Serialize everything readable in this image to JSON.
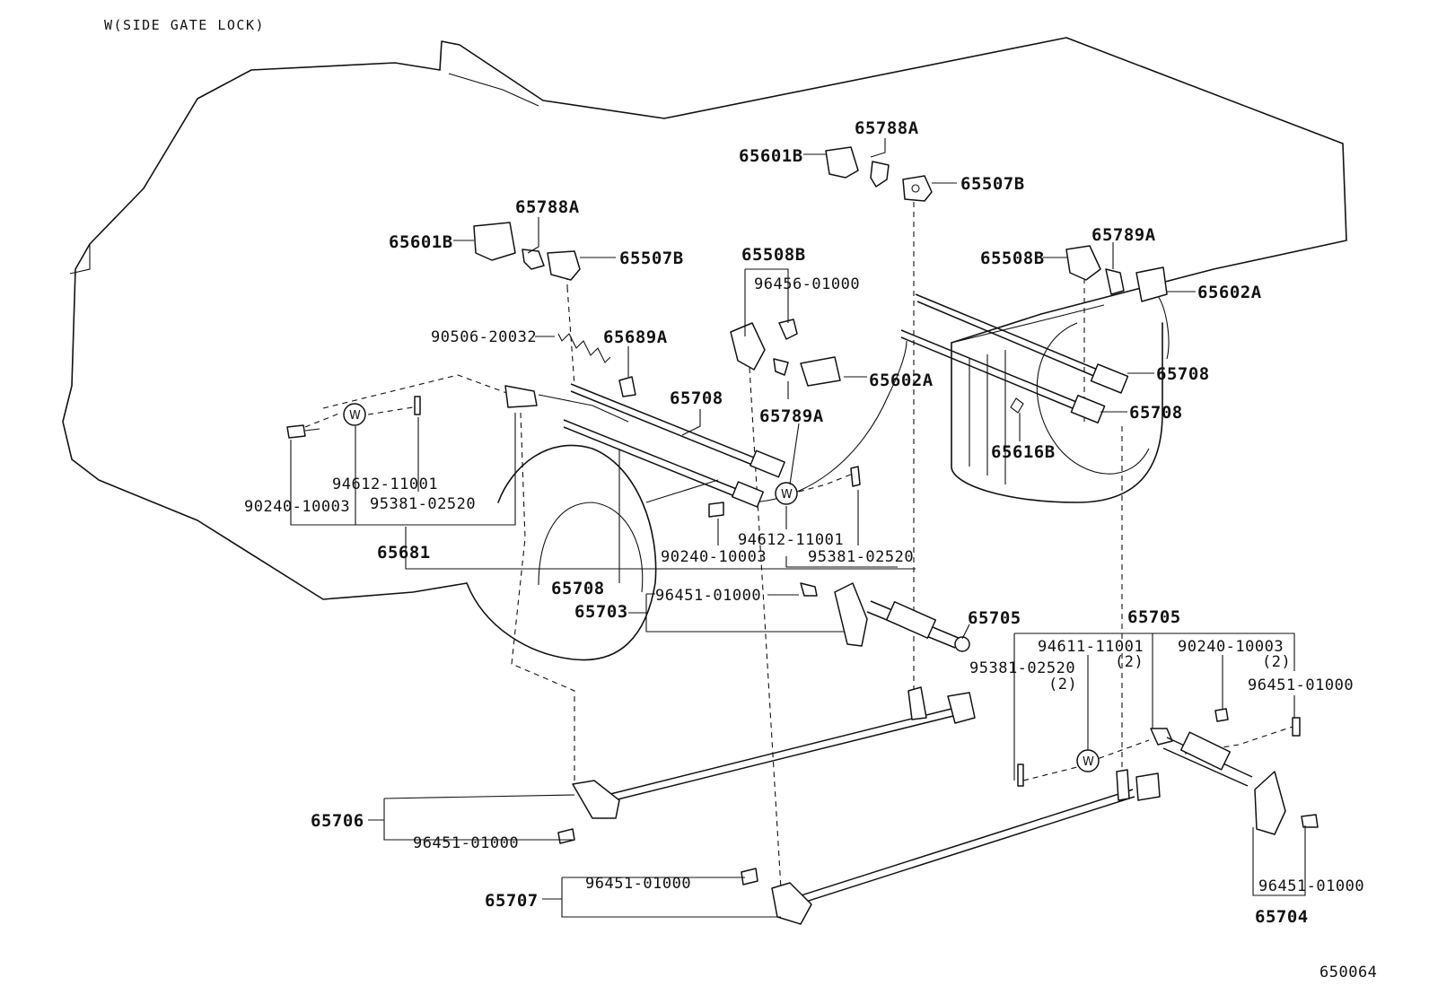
{
  "title": "W(SIDE GATE LOCK)",
  "figure_code": "650064",
  "washer_symbol": "W",
  "labels": {
    "p65788A_top": "65788A",
    "p65601B_top": "65601B",
    "p65507B_top": "65507B",
    "p65788A_left": "65788A",
    "p65601B_left": "65601B",
    "p65507B_left": "65507B",
    "p65508B_mid": "65508B",
    "p96456": "96456-01000",
    "p65789A_right": "65789A",
    "p65508B_right": "65508B",
    "p65602A_right": "65602A",
    "p90506": "90506-20032",
    "p65689A": "65689A",
    "p65708_a": "65708",
    "p65602A_mid": "65602A",
    "p65708_b": "65708",
    "p65708_c": "65708",
    "p65789A_mid": "65789A",
    "p65616B": "65616B",
    "p94612_left": "94612-11001",
    "p90240_left": "90240-10003",
    "p95381_left": "95381-02520",
    "p65681": "65681",
    "p94612_mid": "94612-11001",
    "p90240_mid": "90240-10003",
    "p95381_mid": "95381-02520",
    "p65708_d": "65708",
    "p96451_a": "96451-01000",
    "p65703": "65703",
    "p65705_a": "65705",
    "p65705_b": "65705",
    "p94611": "94611-11001",
    "p94611_qty": "(2)",
    "p90240_right": "90240-10003",
    "p90240_right_qty": "(2)",
    "p95381_right": "95381-02520",
    "p95381_right_qty": "(2)",
    "p96451_b": "96451-01000",
    "p65706": "65706",
    "p96451_c": "96451-01000",
    "p96451_d": "96451-01000",
    "p65707": "65707",
    "p96451_e": "96451-01000",
    "p65704": "65704"
  }
}
